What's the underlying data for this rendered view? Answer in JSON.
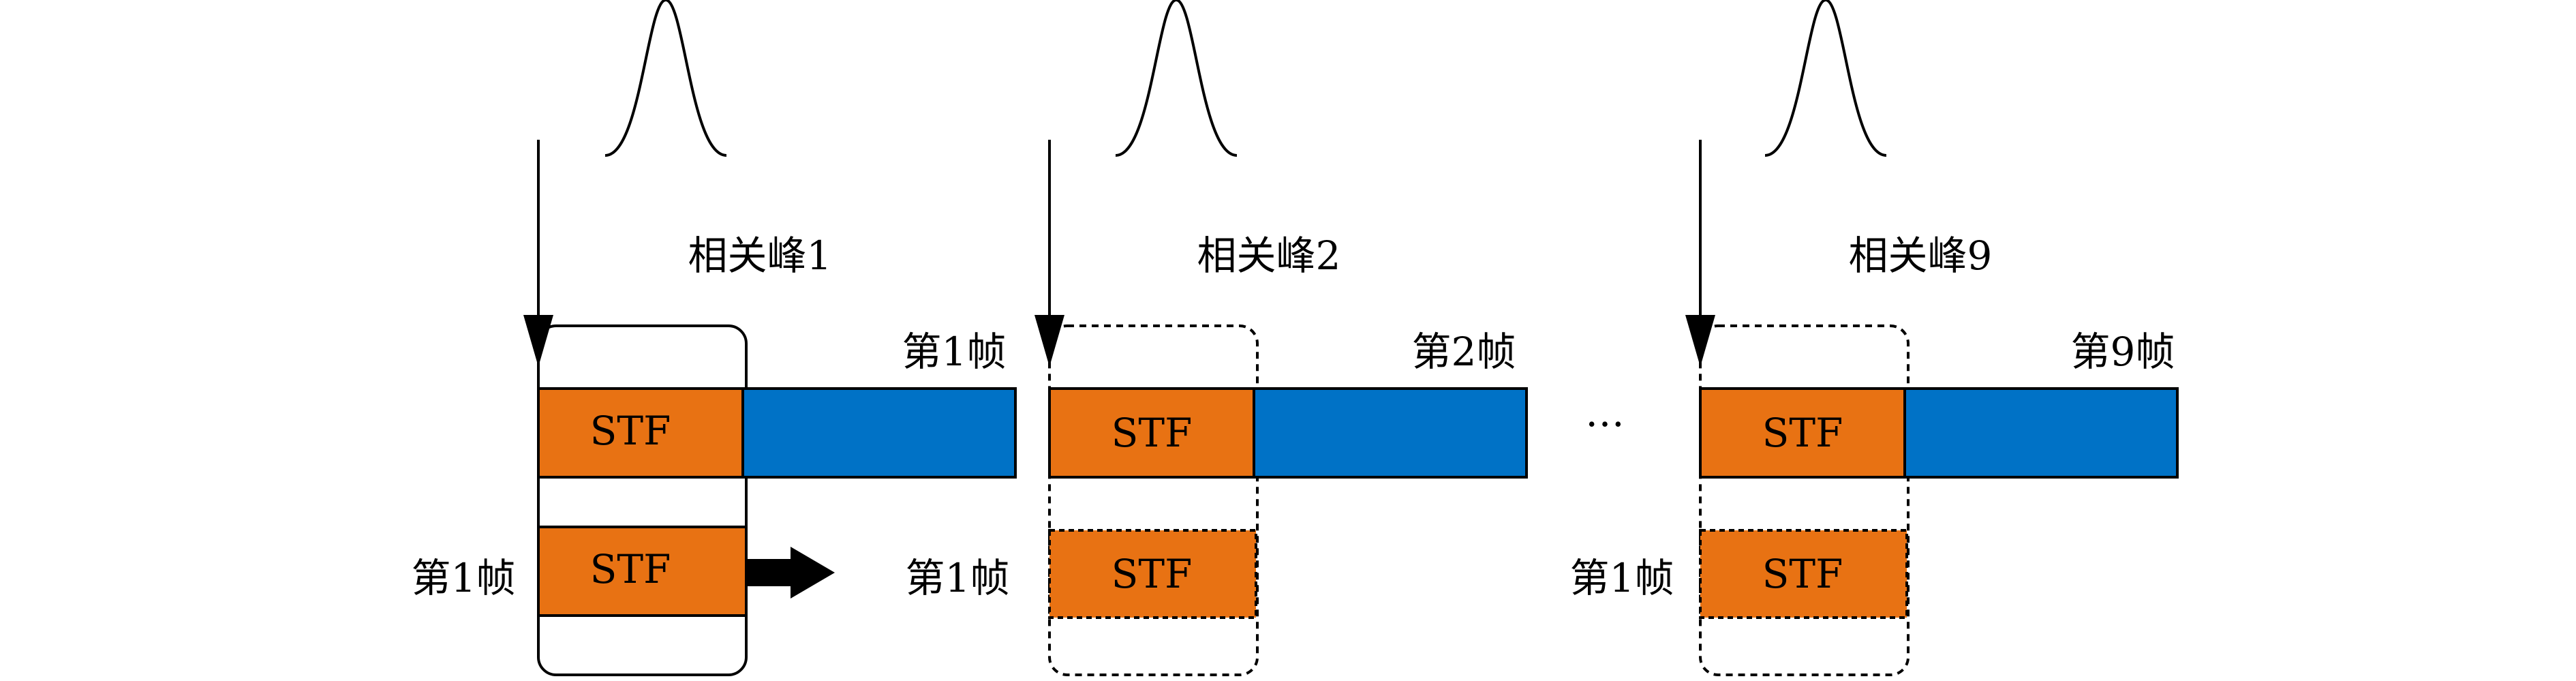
{
  "colors": {
    "stf": "#E87213",
    "payload": "#0072C6",
    "stroke": "#000000",
    "background": "#FFFFFF"
  },
  "groups": [
    {
      "peak_label": "相关峰1",
      "frame_label": "第1帧",
      "stf_top": "STF",
      "stf_bottom": "STF",
      "bottom_label": "第1帧"
    },
    {
      "peak_label": "相关峰2",
      "frame_label": "第2帧",
      "stf_top": "STF",
      "stf_bottom": "STF",
      "bottom_label": "第1帧"
    },
    {
      "peak_label": "相关峰9",
      "frame_label": "第9帧",
      "stf_top": "STF",
      "stf_bottom": "STF",
      "bottom_label": "第1帧"
    }
  ],
  "left_label": "第1帧",
  "ellipsis": "…"
}
